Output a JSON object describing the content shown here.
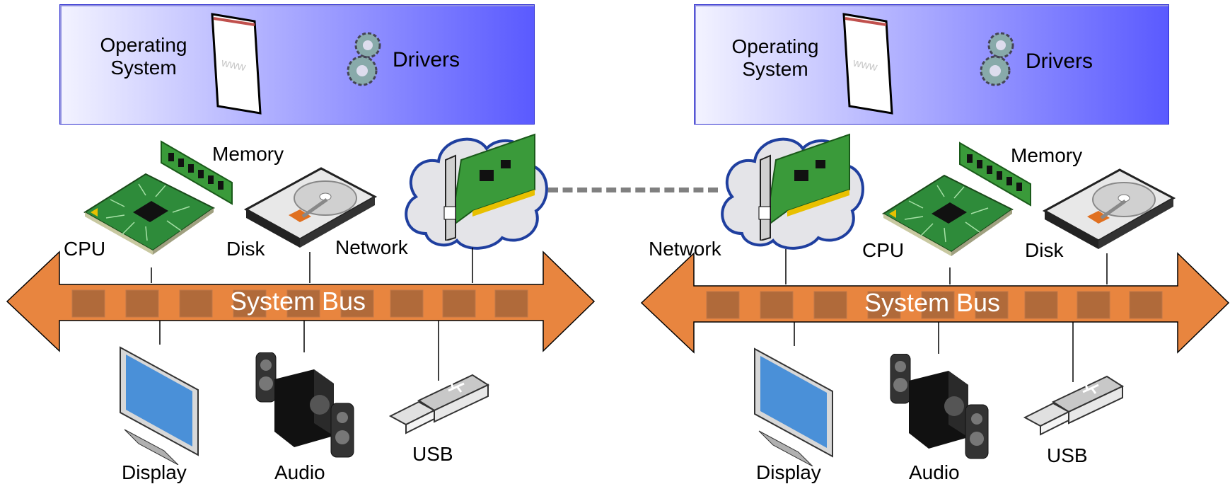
{
  "left": {
    "banner": {
      "os_line1": "Operating",
      "os_line2": "System",
      "drivers": "Drivers"
    },
    "labels": {
      "memory": "Memory",
      "cpu": "CPU",
      "disk": "Disk",
      "network": "Network",
      "bus": "System Bus",
      "display": "Display",
      "audio": "Audio",
      "usb": "USB"
    }
  },
  "right": {
    "banner": {
      "os_line1": "Operating",
      "os_line2": "System",
      "drivers": "Drivers"
    },
    "labels": {
      "memory": "Memory",
      "cpu": "CPU",
      "disk": "Disk",
      "network": "Network",
      "bus": "System Bus",
      "display": "Display",
      "audio": "Audio",
      "usb": "USB"
    }
  },
  "colors": {
    "bus_fill": "#e8853f",
    "bus_stroke": "#000000",
    "bus_block": "#b06a3a",
    "banner_dark": "#5a5aff",
    "cloud_stroke": "#1f3f9f",
    "pcb": "#3a9a3a"
  },
  "icons": [
    "document-icon",
    "gears-icon",
    "memory-module-icon",
    "cpu-chip-icon",
    "hard-disk-icon",
    "network-card-icon",
    "cloud-icon",
    "monitor-icon",
    "speakers-icon",
    "usb-stick-icon"
  ]
}
